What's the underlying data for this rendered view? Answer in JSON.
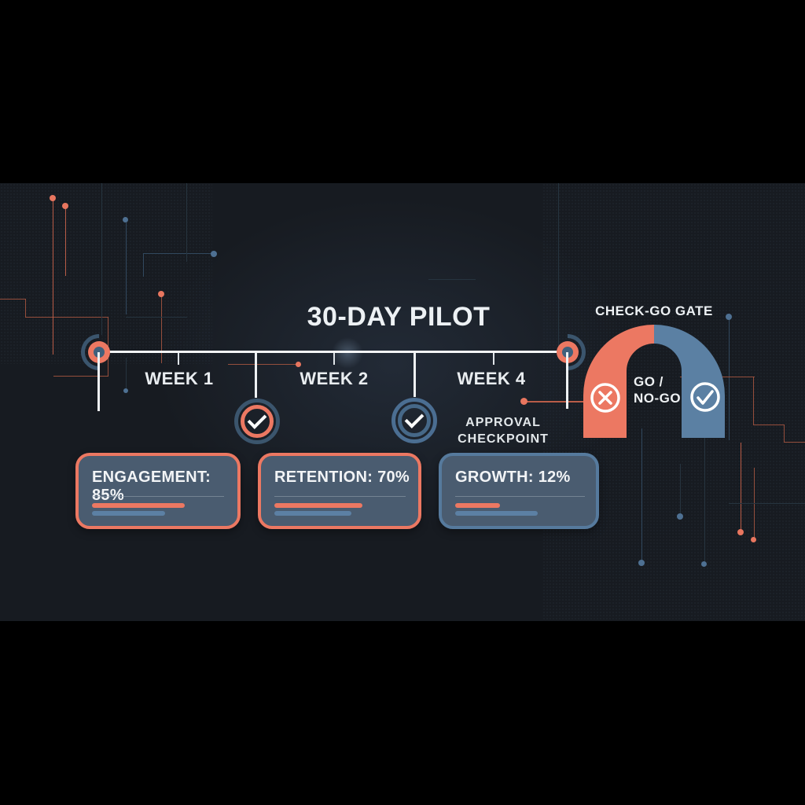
{
  "title": "30-DAY PILOT",
  "timeline": {
    "weeks": [
      {
        "label": "WEEK 1"
      },
      {
        "label": "WEEK 2"
      },
      {
        "label": "WEEK 4"
      }
    ],
    "approval_line1": "APPROVAL",
    "approval_line2": "CHECKPOINT"
  },
  "metrics": [
    {
      "label": "ENGAGEMENT: 85%",
      "value": 85,
      "border_color": "#ec7862",
      "bars": {
        "accent": "118px",
        "muted": "93px"
      }
    },
    {
      "label": "RETENTION: 70%",
      "value": 70,
      "border_color": "#ec7862",
      "bars": {
        "accent": "112px",
        "muted": "98px"
      }
    },
    {
      "label": "GROWTH: 12%",
      "value": 12,
      "border_color": "#567a9d",
      "bars": {
        "accent": "57px",
        "muted": "105px"
      }
    }
  ],
  "gate": {
    "title": "CHECK-GO GATE",
    "decision_line1": "GO /",
    "decision_line2": "NO-GO",
    "left_icon": "x-circle-icon",
    "right_icon": "check-circle-icon",
    "left_color": "#ec7862",
    "right_color": "#5b80a3"
  },
  "colors": {
    "accent_salmon": "#ec7862",
    "accent_blue": "#5b80a3",
    "card_fill": "#4a5c70",
    "band_background": "#171b21",
    "text": "#edf1f4"
  }
}
